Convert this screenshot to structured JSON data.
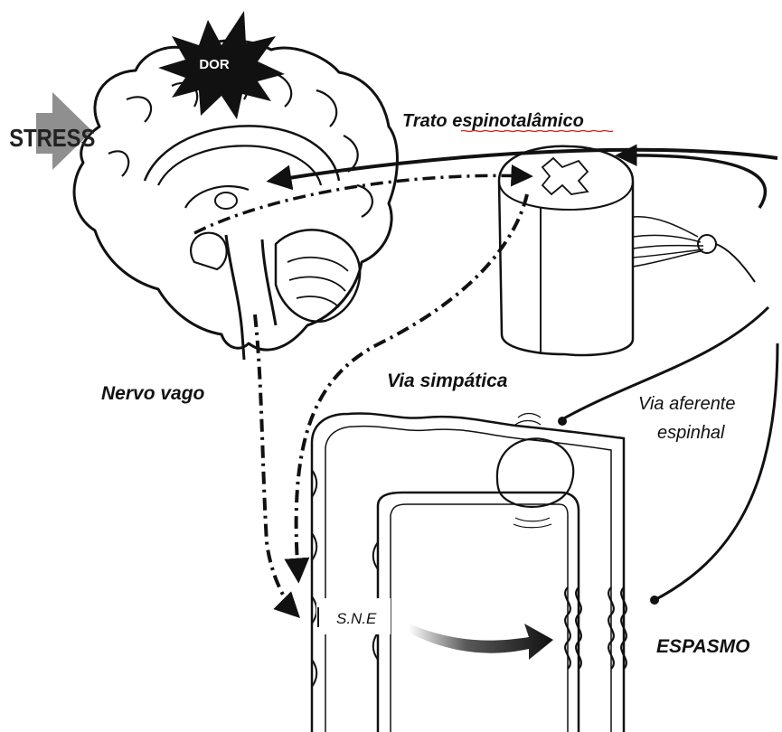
{
  "labels": {
    "dor": "DOR",
    "stress": "STRESS",
    "trato": "Trato espinotalâmico",
    "nervo_vago": "Nervo vago",
    "via_simpatica": "Via simpática",
    "via_aferente_1": "Via aferente",
    "via_aferente_2": "espinhal",
    "sne": "S.N.E",
    "espasmo": "ESPASMO"
  },
  "colors": {
    "ink": "#111111",
    "stress_arrow": "#8f8f8f",
    "background": "#ffffff"
  },
  "icons": {
    "pain": "starburst-icon",
    "stress": "arrow-icon"
  }
}
